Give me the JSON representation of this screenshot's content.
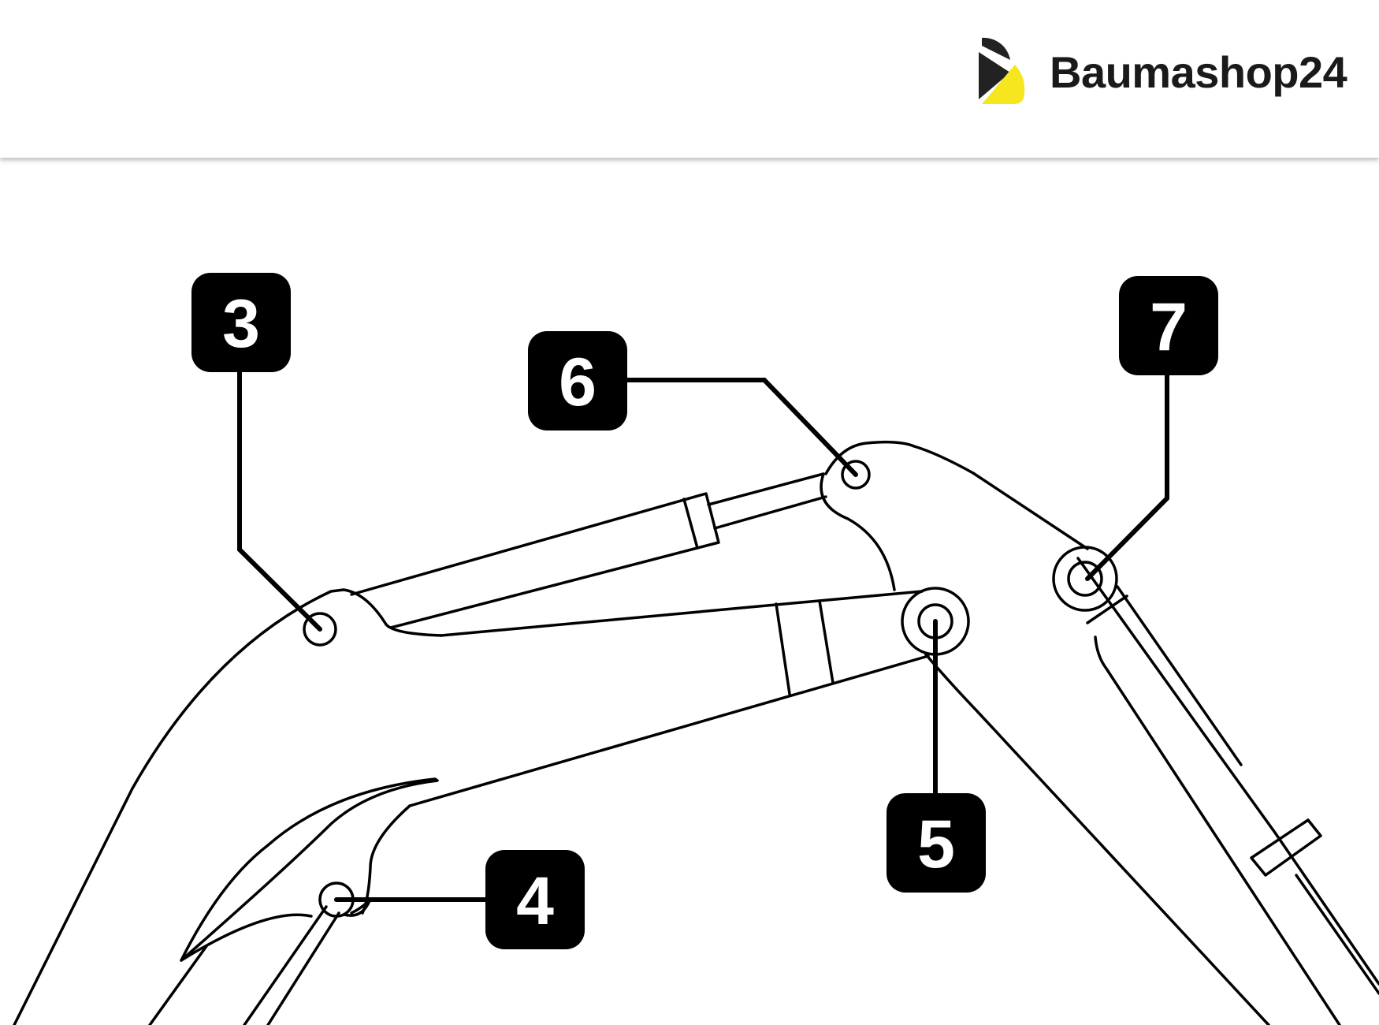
{
  "header": {
    "brand_name": "Baumashop24",
    "logo_colors": {
      "dark": "#222222",
      "accent": "#f5e61f"
    }
  },
  "diagram": {
    "callouts": [
      {
        "id": "callout-3",
        "label": "3"
      },
      {
        "id": "callout-6",
        "label": "6"
      },
      {
        "id": "callout-7",
        "label": "7"
      },
      {
        "id": "callout-5",
        "label": "5"
      },
      {
        "id": "callout-4",
        "label": "4"
      }
    ]
  }
}
